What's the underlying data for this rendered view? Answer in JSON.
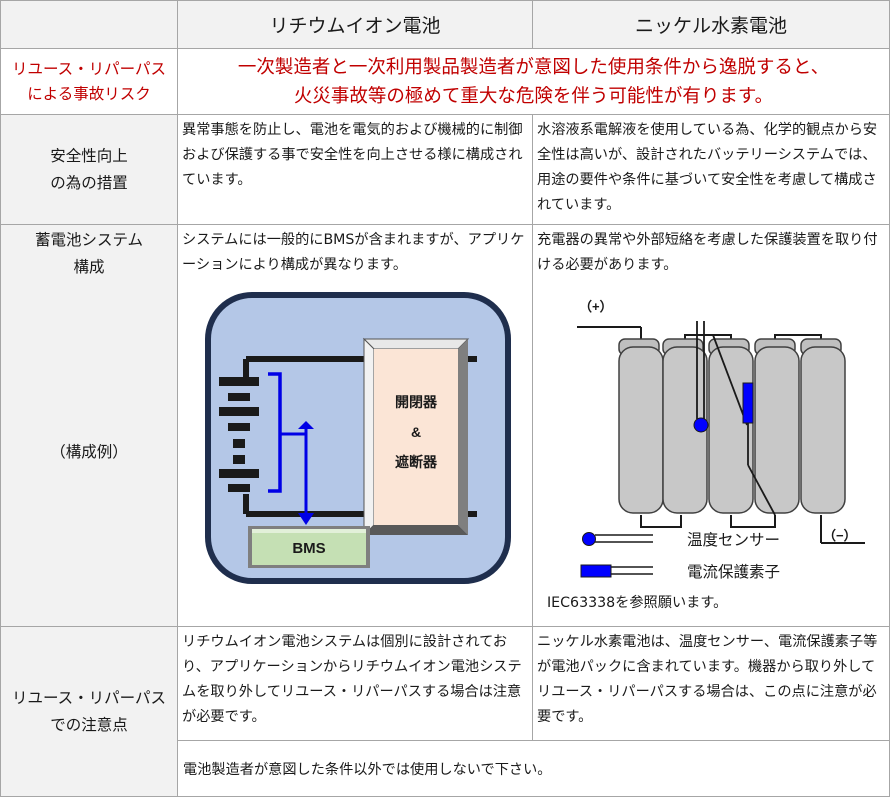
{
  "headers": {
    "li_ion": "リチウムイオン電池",
    "nimh": "ニッケル水素電池"
  },
  "risk": {
    "label_line1": "リユース・リパーパス",
    "label_line2": "による事故リスク",
    "text_line1": "一次製造者と一次利用製品製造者が意図した使用条件から逸脱すると、",
    "text_line2": "火災事故等の極めて重大な危険を伴う可能性が有ります。"
  },
  "safety": {
    "label_line1": "安全性向上",
    "label_line2": "の為の措置",
    "li_ion_text": "異常事態を防止し、電池を電気的および機械的に制御および保護する事で安全性を向上させる様に構成されています。",
    "nimh_text": "水溶液系電解液を使用している為、化学的観点から安全性は高いが、設計されたバッテリーシステムでは、用途の要件や条件に基づいて安全性を考慮して構成されています。"
  },
  "system": {
    "label_line1": "蓄電池システム",
    "label_line2": "構成",
    "label_example": "（構成例）",
    "li_ion_text": "システムには一般的にBMSが含まれますが、アプリケーションにより構成が異なります。",
    "nimh_text": "充電器の異常や外部短絡を考慮した保護装置を取り付ける必要があります。",
    "li_diagram": {
      "switch_line1": "開閉器",
      "switch_line2": "&",
      "switch_line3": "遮断器",
      "bms_label": "BMS"
    },
    "nimh_diagram": {
      "plus_label": "（+）",
      "minus_label": "（−）",
      "legend_temp": "温度センサー",
      "legend_current": "電流保護素子",
      "reference": "IEC63338を参照願います。"
    }
  },
  "caution": {
    "label_line1": "リユース・リパーパス",
    "label_line2": "での注意点",
    "li_ion_text": "リチウムイオン電池システムは個別に設計されており、アプリケーションからリチウムイオン電池システムを取り外してリユース・リパーパスする場合は注意が必要です。",
    "nimh_text": "ニッケル水素電池は、温度センサー、電流保護素子等が電池パックに含まれています。機器から取り外してリユース・リパーパスする場合は、この点に注意が必要です。",
    "footer": "電池製造者が意図した条件以外では使用しないで下さい。"
  },
  "colors": {
    "risk_red": "#c00000",
    "panel_blue": "#b4c7e7",
    "panel_border": "#1f2e4d",
    "switch_fill": "#fbe5d6",
    "bms_fill": "#c5e0b4",
    "cell_gray": "#c0c0c0",
    "sensor_blue": "#0000ff"
  }
}
